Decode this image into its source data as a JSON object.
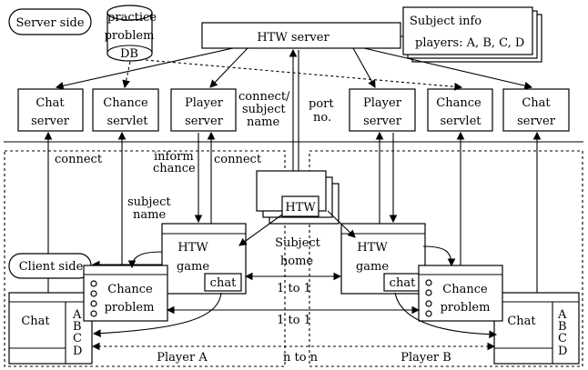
{
  "server_side": "Server side",
  "client_side": "Client side",
  "db": {
    "line1": "practice",
    "line2": "problem",
    "line3": "DB"
  },
  "htw_server": "HTW server",
  "subject_info": {
    "title": "Subject info",
    "players": "players: A, B, C, D"
  },
  "servers": {
    "chat": [
      "Chat",
      "server"
    ],
    "chance": [
      "Chance",
      "servlet"
    ],
    "player": [
      "Player",
      "server"
    ]
  },
  "labels": {
    "connect_subject": [
      "connect/",
      "subject",
      "name"
    ],
    "port": [
      "port",
      "no."
    ],
    "connect": "connect",
    "inform_chance": [
      "inform",
      "chance"
    ],
    "subject_name": [
      "subject",
      "name"
    ],
    "subject_home": [
      "Subject",
      "home"
    ],
    "one_to_one": "1 to 1",
    "n_to_n": "n to n",
    "player_a": "Player A",
    "player_b": "Player B"
  },
  "htw_window": "HTW",
  "htw_game": [
    "HTW",
    "game"
  ],
  "chat_button": "chat",
  "chance_problem": [
    "Chance",
    "problem"
  ],
  "chat_panel": "Chat",
  "choices": [
    "A",
    "B",
    "C",
    "D"
  ]
}
